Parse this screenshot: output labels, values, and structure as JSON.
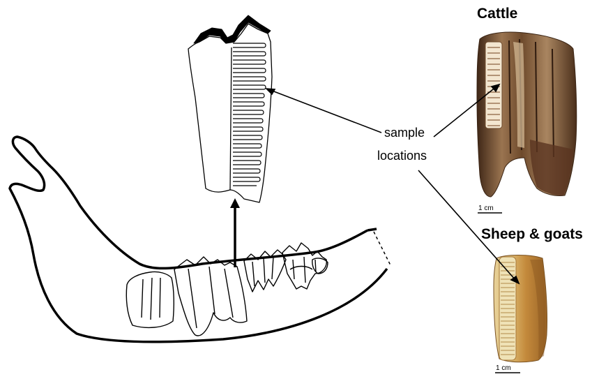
{
  "labels": {
    "cattle": "Cattle",
    "sheep_goats": "Sheep & goats",
    "sample_line1": "sample",
    "sample_line2": "locations",
    "scale_cattle": "1 cm",
    "scale_sheep": "1 cm"
  },
  "colors": {
    "line": "#000000",
    "cattle_tooth_dark": "#5a3a22",
    "cattle_tooth_mid": "#8a6240",
    "cattle_tooth_light": "#c9ab85",
    "sheep_tooth_light": "#e2c98a",
    "sheep_tooth_mid": "#c08a3e",
    "sheep_tooth_dark": "#8a5a24"
  }
}
